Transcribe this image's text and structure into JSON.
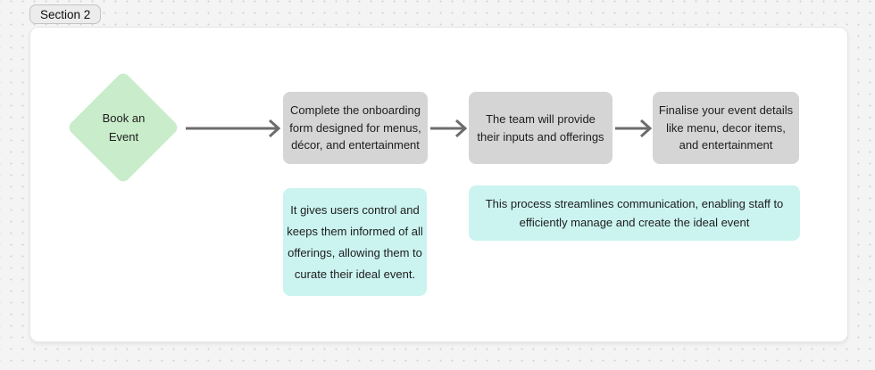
{
  "section": {
    "label": "Section 2"
  },
  "flow": {
    "start": {
      "label": "Book an Event"
    },
    "steps": [
      {
        "label": "Complete the onboarding form designed for menus, décor, and entertainment"
      },
      {
        "label": "The team will provide their inputs and offerings"
      },
      {
        "label": "Finalise your event details like menu, decor items, and entertainment"
      }
    ],
    "notes": [
      {
        "label": "It gives users control and keeps them informed of all offerings, allowing them to curate their ideal event."
      },
      {
        "label": "This process streamlines communication, enabling staff to efficiently manage and create the ideal event"
      }
    ]
  },
  "colors": {
    "canvas_background": "#f4f4f5",
    "dot_grid": "#d2d2d2",
    "section_fill": "#ffffff",
    "start_shape_fill": "#c9ecca",
    "step_fill": "#d5d5d5",
    "note_fill": "#cbf4f1",
    "arrow": "#6d6d6d",
    "text": "#1d1d1d"
  }
}
